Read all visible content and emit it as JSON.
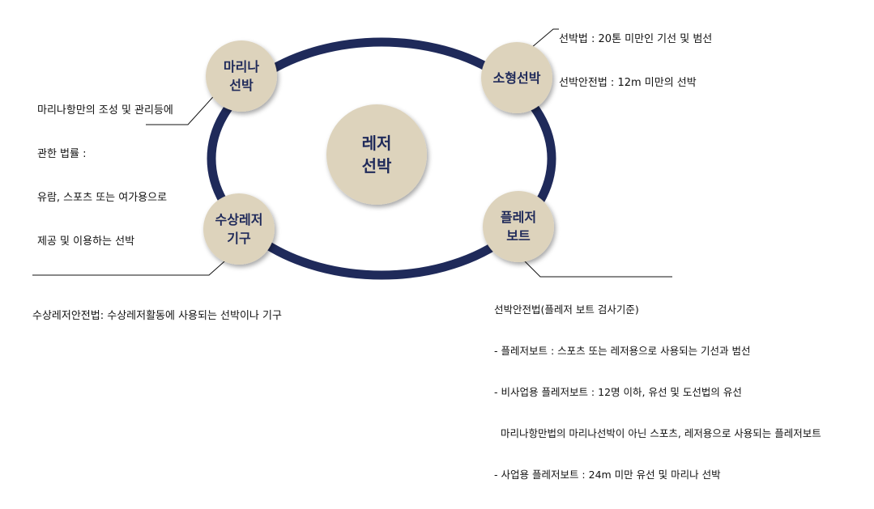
{
  "diagram": {
    "center": {
      "line1": "레저",
      "line2": "선박"
    },
    "nodes": {
      "marina": {
        "line1": "마리나",
        "line2": "선박"
      },
      "small": {
        "line1": "소형선박"
      },
      "water": {
        "line1": "수상레저",
        "line2": "기구"
      },
      "pleasure": {
        "line1": "플레저",
        "line2": "보트"
      }
    },
    "notes": {
      "small": [
        "선박법 : 20톤 미만인 기선 및 범선",
        "선박안전법 : 12m 미만의 선박"
      ],
      "marina": [
        "마리나항만의 조성 및 관리등에",
        "관한 법률 :",
        "유람, 스포츠 또는 여가용으로",
        "제공 및 이용하는 선박"
      ],
      "water": [
        "수상레저안전법: 수상레저활동에 사용되는 선박이나 기구"
      ],
      "pleasure": [
        "선박안전법(플레저 보트 검사기준)",
        "- 플레저보트 : 스포츠 또는 레저용으로 사용되는 기선과 범선",
        "- 비사업용 플레저보트 : 12명 이하, 유선 및 도선법의 유선",
        "  마리나항만법의 마리나선박이 아닌 스포츠, 레저용으로 사용되는 플레저보트",
        "- 사업용 플레저보트 : 24m 미만 유선 및 마리나 선박"
      ]
    },
    "colors": {
      "ring": "#1f2a5a",
      "circle_fill": "#ddd3bc",
      "text": "#1f2a5a",
      "leader": "#111111"
    }
  }
}
